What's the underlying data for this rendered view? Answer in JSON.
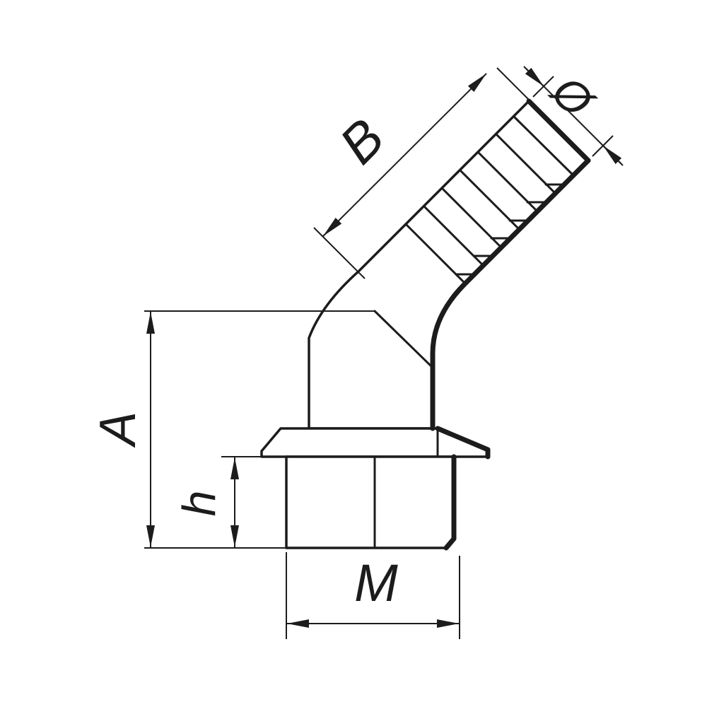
{
  "drawing": {
    "description": "45-degree hose barb elbow fitting with male thread, dimensioned side view",
    "line_color": "#1c1c1c",
    "background": "#ffffff",
    "labels": {
      "barb_length": "B",
      "barb_diameter": "Ø",
      "overall_height": "A",
      "hex_height": "h",
      "thread_size": "M"
    }
  }
}
